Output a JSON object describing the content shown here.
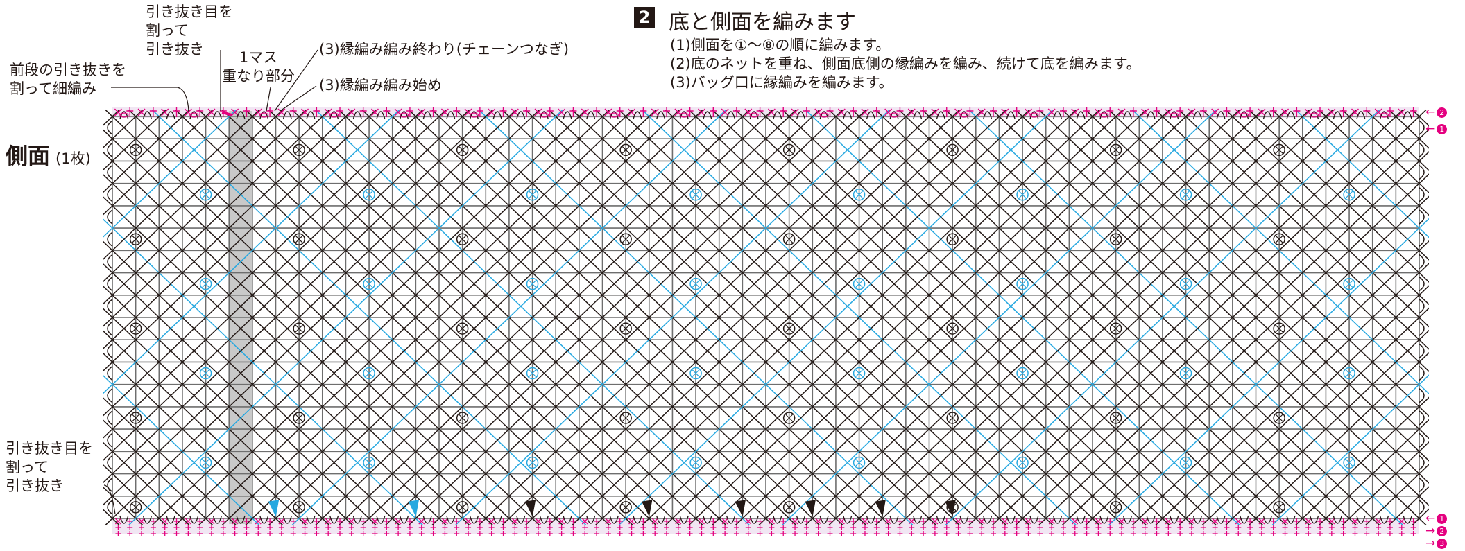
{
  "step": {
    "number": "2",
    "title": "底と側面を編みます",
    "instructions": [
      "(1)側面を①〜⑧の順に編みます。",
      "(2)底のネットを重ね、側面底側の縁編みを編み、続けて底を編みます。",
      "(3)バッグ口に縁編みを編みます。"
    ]
  },
  "section": {
    "title": "側面",
    "count": "(1枚)"
  },
  "annotations": {
    "top_split_slip": [
      "引き抜き目を",
      "割って",
      "引き抜き"
    ],
    "prev_round_sc": [
      "前段の引き抜きを",
      "割って細編み"
    ],
    "overlap": [
      "1マス",
      "重なり部分"
    ],
    "edging_end": "(3)縁編み編み終わり(チェーンつなぎ)",
    "edging_start": "(3)縁編み編み始め",
    "bottom_split_slip": [
      "引き抜き目を",
      "割って",
      "引き抜き"
    ]
  },
  "round_markers": {
    "top": [
      {
        "arrow": "←",
        "num": "2"
      },
      {
        "arrow": "←",
        "num": "1"
      }
    ],
    "bottom": [
      {
        "arrow": "←",
        "num": "1"
      },
      {
        "arrow": "→",
        "num": "2"
      },
      {
        "arrow": "→",
        "num": "3"
      }
    ]
  },
  "colors": {
    "grid": "#6e6e6e",
    "black_stitch": "#231815",
    "cyan_stitch": "#27a8e0",
    "magenta_stitch": "#e4007f",
    "overlap_column": "#c9c9c9",
    "edging_band": "#f1e6f3"
  },
  "pattern": {
    "columns": 56,
    "rows": 18,
    "motif_period": 7
  }
}
